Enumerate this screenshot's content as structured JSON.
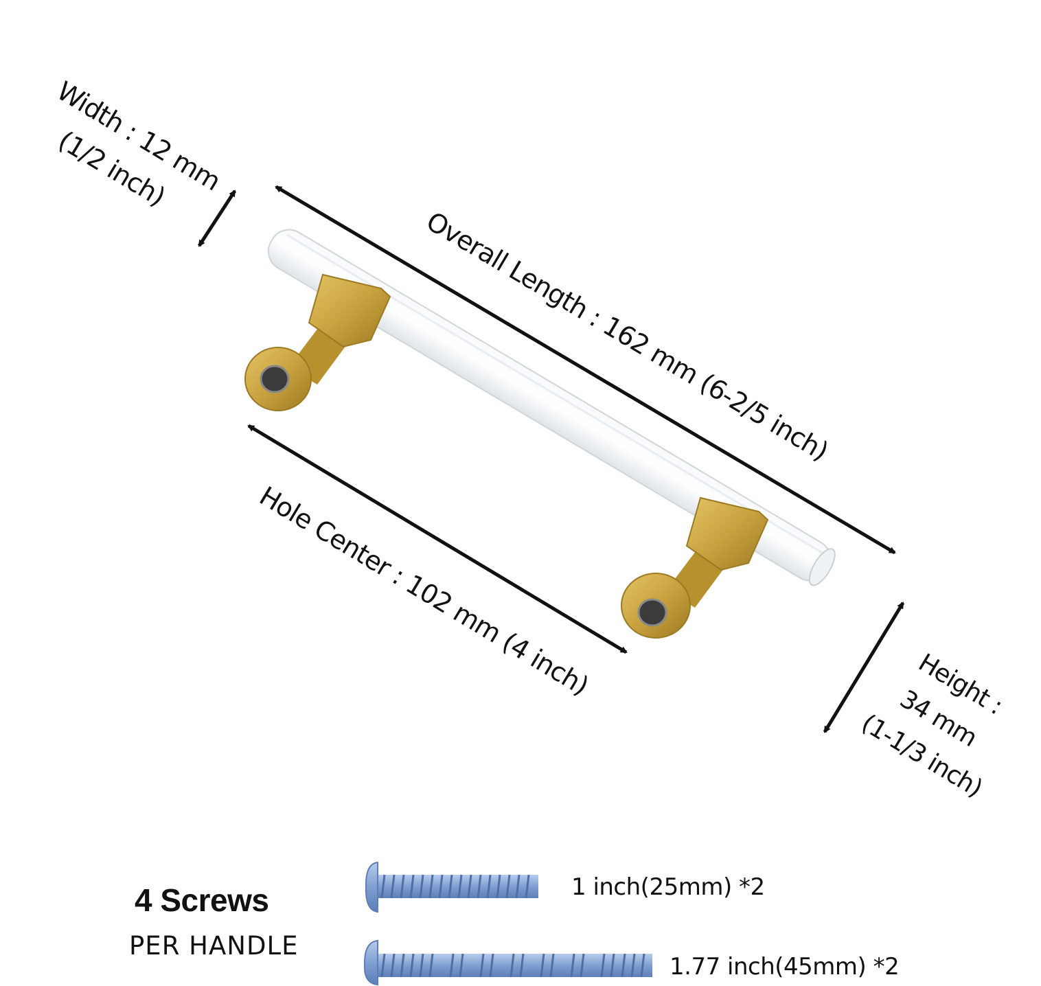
{
  "colors": {
    "brass": "#c9a23f",
    "brass_dark": "#a17e26",
    "acrylic": "#eef2f4",
    "screw": "#7f9fd1",
    "arrow": "#111111"
  },
  "dimensions": {
    "width_line1": "Width : 12 mm",
    "width_line2": "(1/2 inch)",
    "overall_length": "Overall Length : 162 mm (6-2/5 inch)",
    "hole_center": "Hole Center : 102 mm (4 inch)",
    "height_line1": "Height :",
    "height_line2": "34 mm",
    "height_line3": "(1-1/3 inch)"
  },
  "screws": {
    "title": "4 Screws",
    "subtitle": "PER HANDLE",
    "items": [
      {
        "label": "1 inch(25mm) *2"
      },
      {
        "label": "1.77 inch(45mm) *2"
      }
    ]
  }
}
